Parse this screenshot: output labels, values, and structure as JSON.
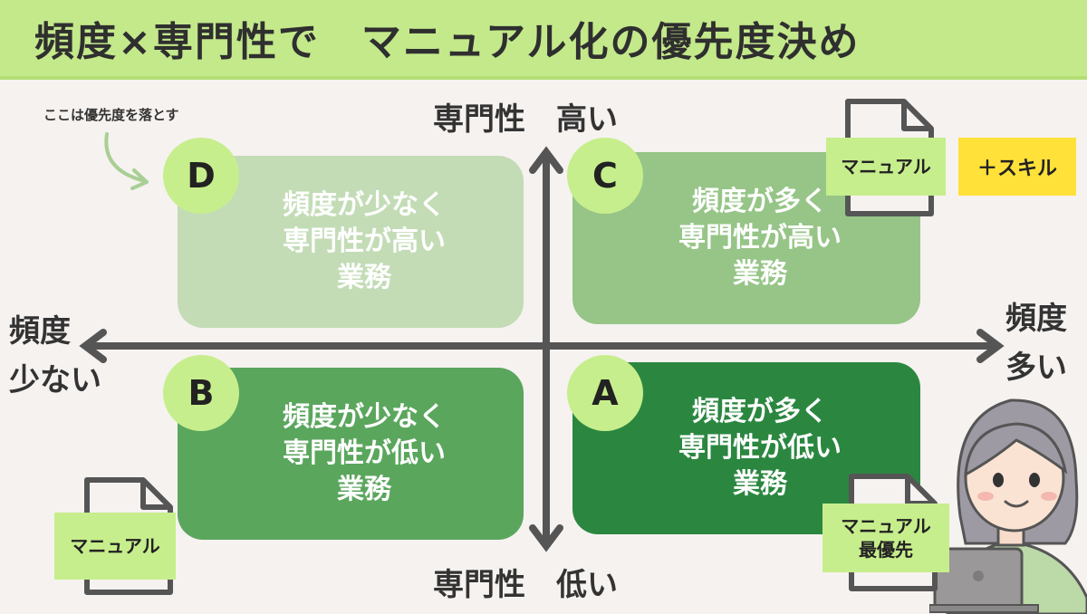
{
  "title": "頻度×専門性で　マニュアル化の優先度決め",
  "note": "ここは優先度を落とす",
  "axes": {
    "top": "専門性　高い",
    "bottom": "専門性　低い",
    "left_line1": "頻度",
    "left_line2": "少ない",
    "right_line1": "頻度",
    "right_line2": "多い"
  },
  "quadrants": {
    "D": {
      "badge": "D",
      "line1": "頻度が少なく",
      "line2": "専門性が高い",
      "line3": "業務",
      "color": "#c3dcb6"
    },
    "C": {
      "badge": "C",
      "line1": "頻度が多く",
      "line2": "専門性が高い",
      "line3": "業務",
      "color": "#96c587"
    },
    "B": {
      "badge": "B",
      "line1": "頻度が少なく",
      "line2": "専門性が低い",
      "line3": "業務",
      "color": "#5aa65d"
    },
    "A": {
      "badge": "A",
      "line1": "頻度が多く",
      "line2": "専門性が低い",
      "line3": "業務",
      "color": "#2b8740"
    }
  },
  "tags": {
    "c_manual": "マニュアル",
    "c_skill": "＋スキル",
    "b_manual": "マニュアル",
    "a_manual_line1": "マニュアル",
    "a_manual_line2": "最優先"
  },
  "colors": {
    "header_bg": "#c3e98b",
    "badge": "#c7ee8c",
    "axis": "#555555",
    "skill": "#ffe13a"
  }
}
